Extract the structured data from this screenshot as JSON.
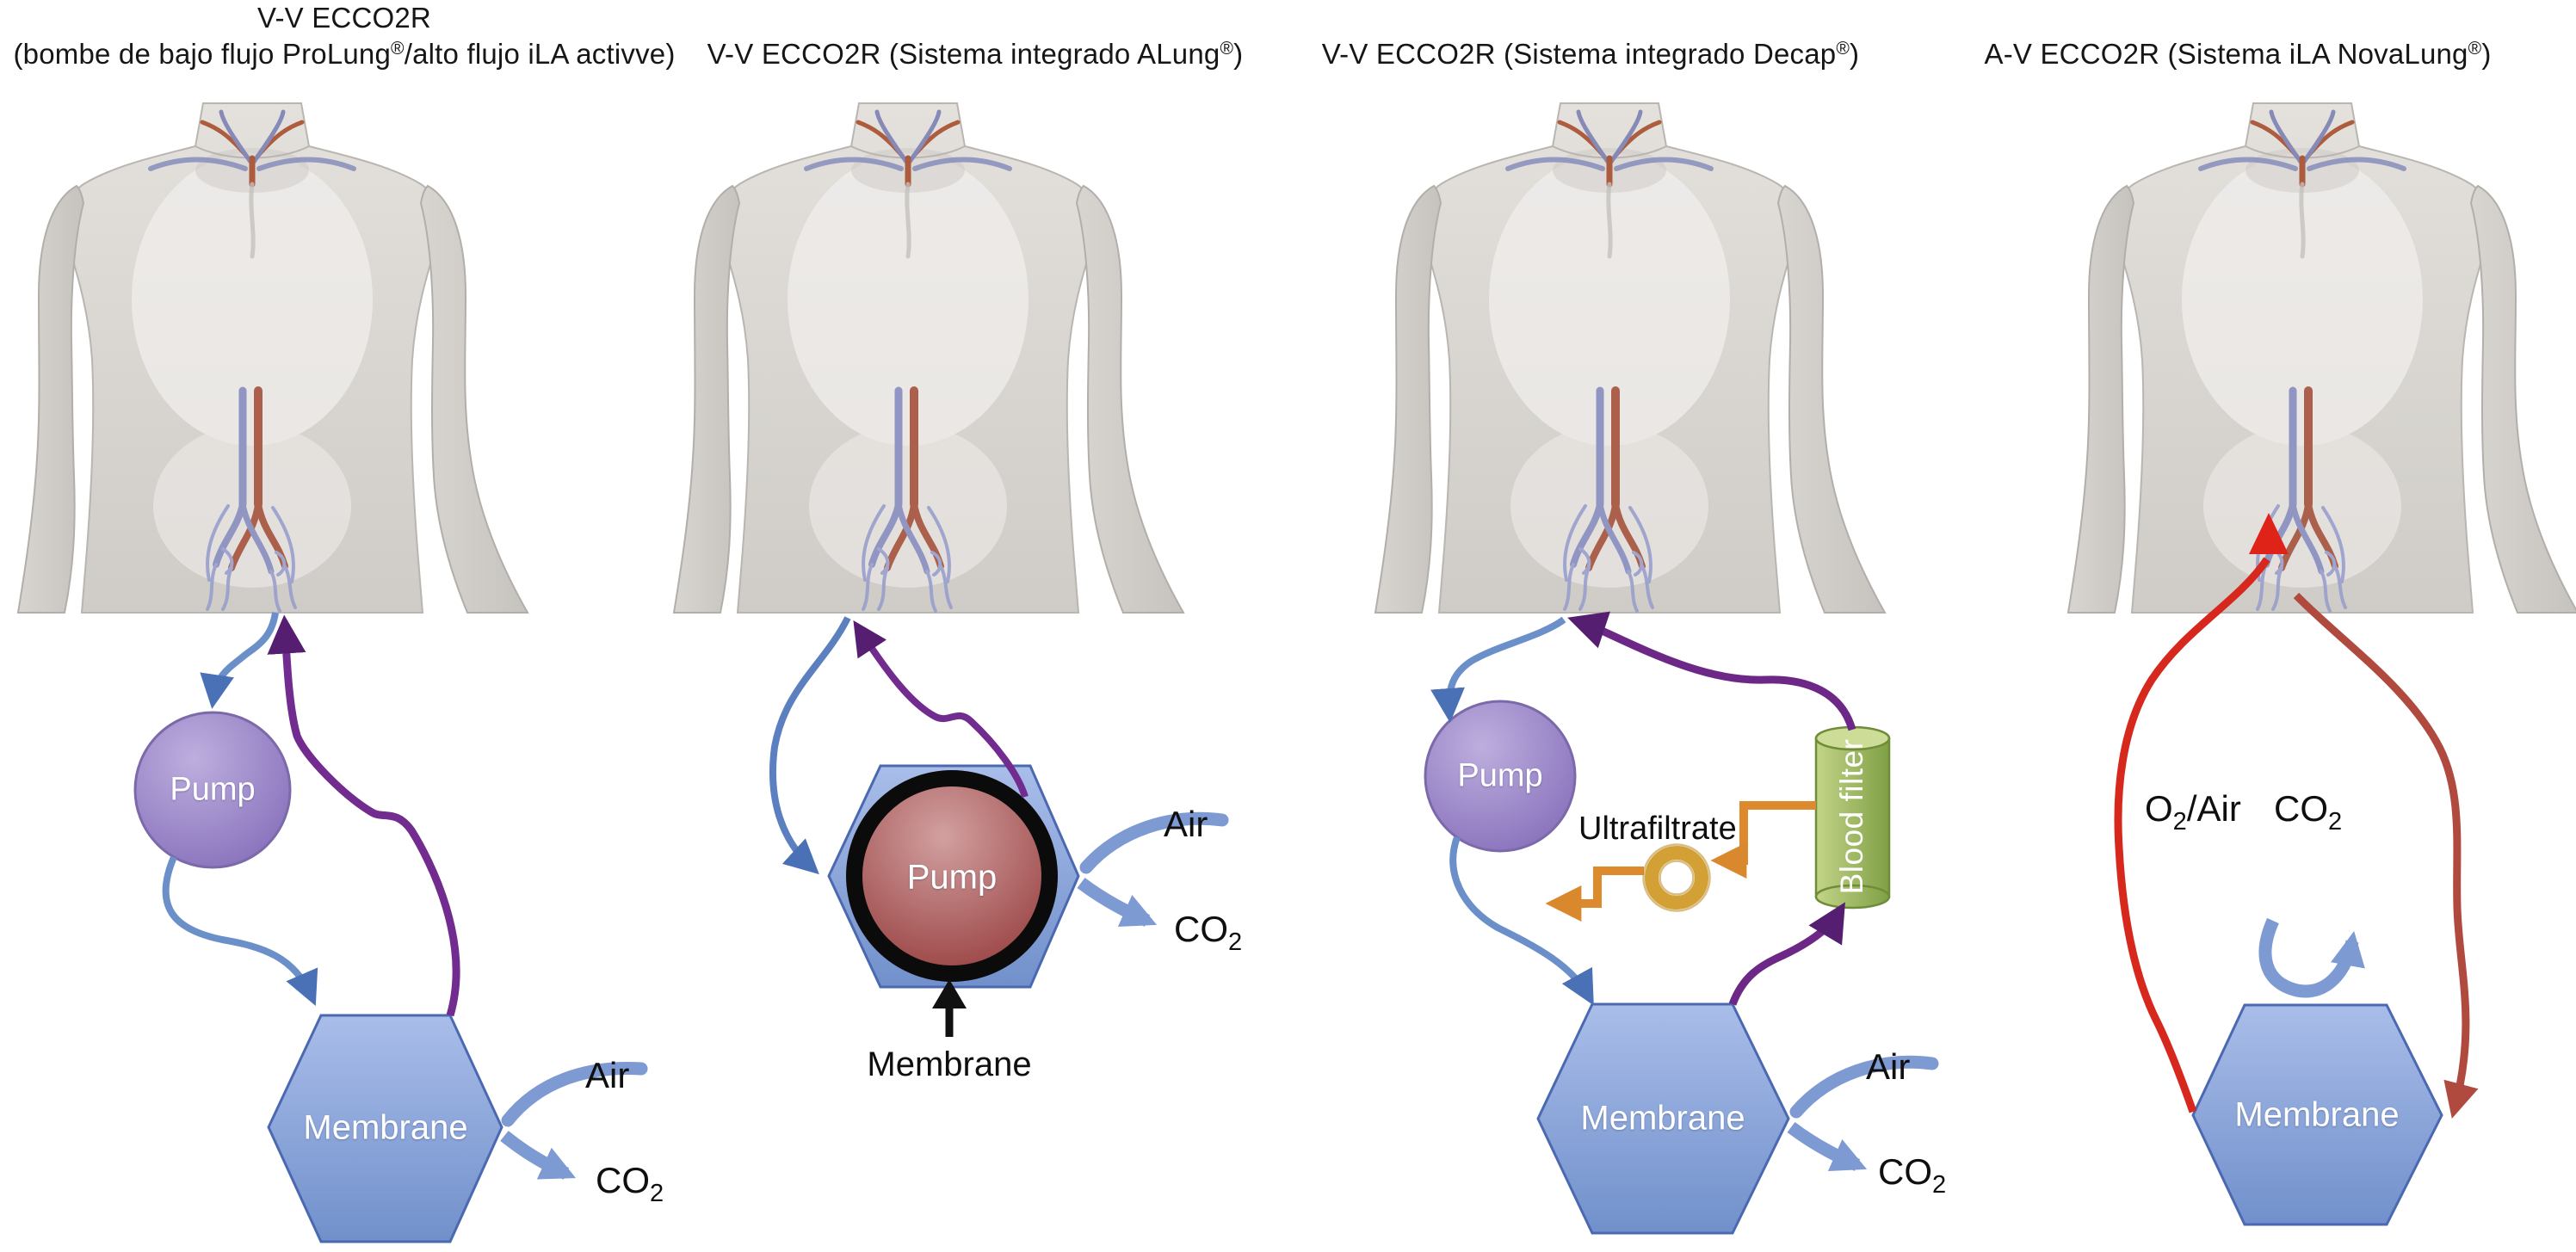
{
  "figure": {
    "panels": [
      {
        "id": "vv-prolung-ila",
        "title_line1": "V-V ECCO2R",
        "title_line2": {
          "pre": "(bombe de bajo flujo ProLung",
          "reg": "®",
          "post": "/alto flujo iLA activve)"
        },
        "labels": {
          "pump": "Pump",
          "membrane": "Membrane",
          "air": "Air",
          "co2": {
            "pre": "CO",
            "sub": "2"
          }
        }
      },
      {
        "id": "vv-alung",
        "title": {
          "pre": "V-V ECCO2R (Sistema integrado ALung",
          "reg": "®",
          "post": ")"
        },
        "labels": {
          "pump": "Pump",
          "membrane": "Membrane",
          "air": "Air",
          "co2": {
            "pre": "CO",
            "sub": "2"
          }
        }
      },
      {
        "id": "vv-decap",
        "title": {
          "pre": "V-V ECCO2R (Sistema integrado Decap",
          "reg": "®",
          "post": ")"
        },
        "labels": {
          "pump": "Pump",
          "membrane": "Membrane",
          "ultrafiltrate": "Ultrafiltrate",
          "blood_filter": "Blood filter",
          "air": "Air",
          "co2": {
            "pre": "CO",
            "sub": "2"
          }
        }
      },
      {
        "id": "av-novalung",
        "title": {
          "pre": "A-V ECCO2R (Sistema iLA NovaLung",
          "reg": "®",
          "post": ")"
        },
        "labels": {
          "membrane": "Membrane",
          "o2_air": {
            "pre": "O",
            "sub": "2",
            "post": "/Air"
          },
          "co2": {
            "pre": "CO",
            "sub": "2"
          }
        }
      }
    ],
    "colors": {
      "venous_line_blue": "#6b8fc9",
      "return_line_purple": "#722b8e",
      "arterial_line_red": "#d6281c",
      "arterial_return_red": "#b04a3e",
      "gas_swirl_blue": "#7e9ad3",
      "ultrafiltrate_orange": "#dd8a2e",
      "pump_purple": "#9b87c6",
      "membrane_blue": "#7e99d2",
      "blood_filter_green": "#9ab55c",
      "alung_pump_red": "#b05c5c"
    }
  }
}
